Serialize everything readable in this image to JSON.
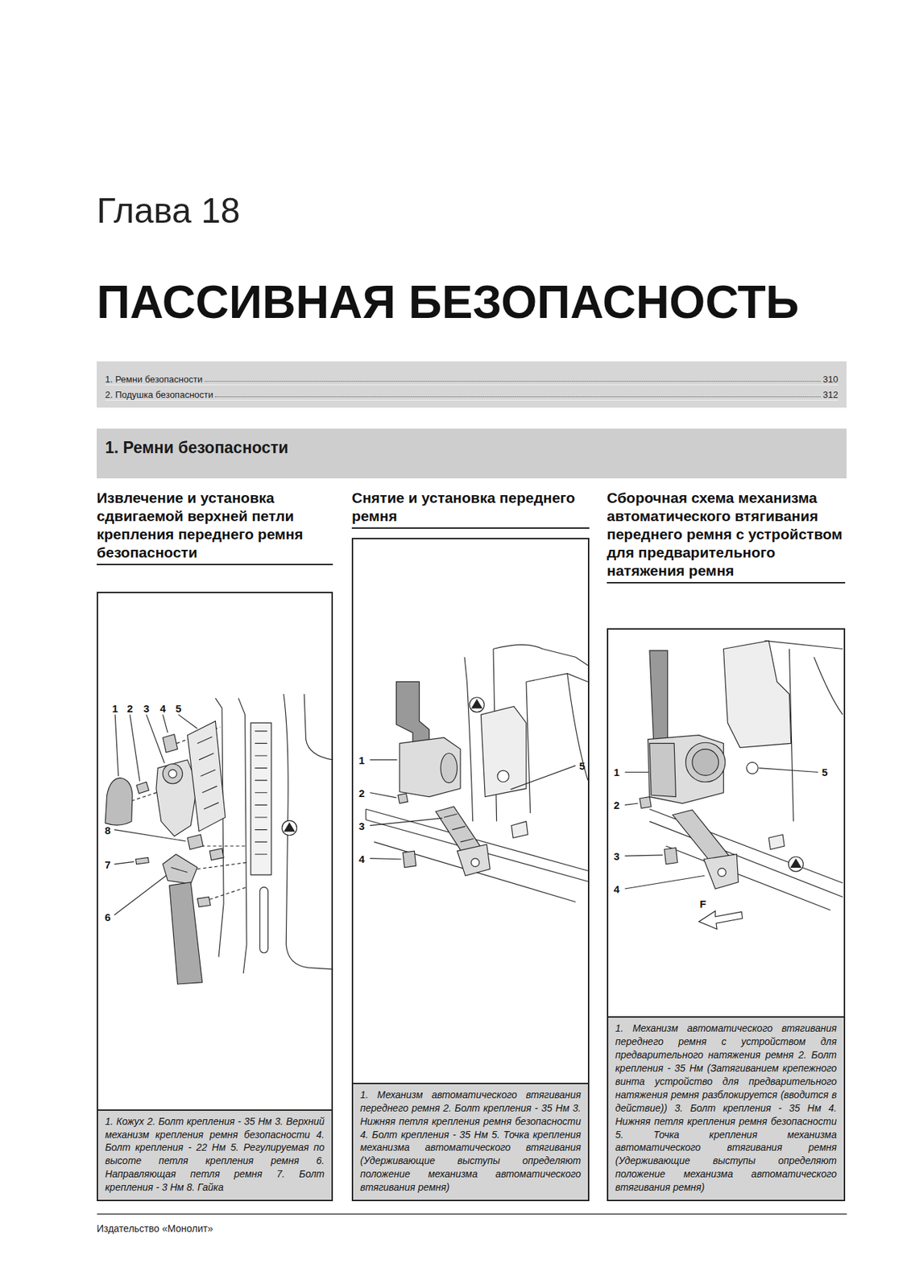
{
  "diagram": {
    "title": "ПАССИВНАЯ БЕЗОПАСНОСТЬ",
    "nodes": [
      {
        "text": [
          "1. Ремни безопасности",
          "310",
          "2. Подушка безопасности",
          "312"
        ]
      },
      {
        "text": [
          "1. Ремни безопасности"
        ]
      },
      {
        "text": [
          "Извлечение и установка сдвигаемой верхней петли крепления переднего ремня безопасности"
        ]
      },
      {
        "text": [
          "1. Кожух 2. Болт крепления - 35 Нм 3. Верхний механизм крепления ремня безопасности 4. Болт крепления - 22 Нм 5. Регулируемая по высоте петля крепления ремня 6. Направляющая петля ремня 7. Болт крепления - 3 Нм 8. Гайка"
        ],
        "in": 2
      },
      {
        "text": [
          "Снятие и установка переднего ремня"
        ]
      },
      {
        "text": [
          "1. Механизм автоматического втягивания переднего ремня 2. Болт крепления - 35 Нм 3. Нижняя петля крепления ремня безопасности 4. Болт крепления - 35 Нм 5. Точка крепления механизма автоматического втягивания (Удерживающие выступы определяют положение механизма автоматического втягивания ремня)"
        ],
        "in": 4
      },
      {
        "text": [
          "Сборочная схема механизма автоматического втягивания переднего ремня с устройством для предварительного натяжения ремня"
        ]
      },
      {
        "text": [
          "1. Механизм автоматического втягивания переднего ремня с устройством для предварительного натяжения ремня 2. Болт крепления - 35 Нм (Затягиванием крепежного винта устройство для предварительного натяжения ремня разблокируется (вводится в действие)) 3. Болт крепления - 35 Нм 4. Нижняя петля крепления ремня безопасности 5. Точка крепления механизма автоматического втягивания ремня (Удерживающие выступы определяют положение механизма автоматического втягивания ремня)"
        ],
        "in": 6
      }
    ],
    "labels": [
      "Глава 18",
      "1",
      "2",
      "3",
      "4",
      "5",
      "8",
      "7",
      "6",
      "1",
      "2",
      "3",
      "4",
      "5",
      "1",
      "5",
      "2",
      "3",
      "4",
      "F",
      "Издательство «Монолит»"
    ]
  }
}
